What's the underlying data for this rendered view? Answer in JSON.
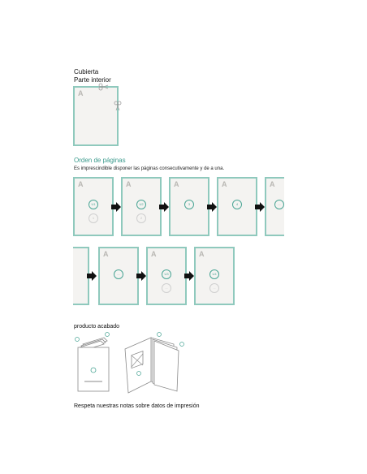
{
  "cover": {
    "title": "Cubierta",
    "inner": "Parte interior",
    "page_letter": "A"
  },
  "order": {
    "title": "Orden de páginas",
    "note": "Es imprescindible disponer las páginas consecutivamente y de a una.",
    "page_letter": "A",
    "row1": [
      {
        "top": "U1",
        "bottom": "1"
      },
      {
        "top": "U2",
        "bottom": "2"
      },
      {
        "top": "3",
        "bottom": ""
      },
      {
        "top": "4",
        "bottom": ""
      },
      {
        "top": "...",
        "bottom": ""
      }
    ],
    "row2": [
      {
        "top": "",
        "bottom": ""
      },
      {
        "top": "...",
        "bottom": ""
      },
      {
        "top": "U3",
        "bottom": "..."
      },
      {
        "top": "U4",
        "bottom": "..."
      }
    ]
  },
  "finished": {
    "title": "producto acabado"
  },
  "footer": {
    "text": "Respeta nuestras notas sobre datos de impresión"
  },
  "colors": {
    "accent": "#8fc9bd",
    "teal_text": "#3a9a8c",
    "page_fill": "#f4f3f1"
  }
}
